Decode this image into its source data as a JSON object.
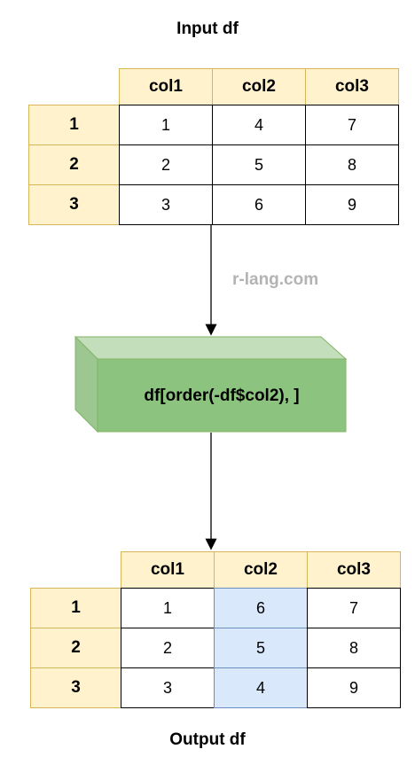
{
  "input_title": "Input df",
  "output_title": "Output df",
  "watermark": "r-lang.com",
  "operation": "df[order(-df$col2), ]",
  "input_table": {
    "columns": [
      "col1",
      "col2",
      "col3"
    ],
    "row_labels": [
      "1",
      "2",
      "3"
    ],
    "rows": [
      [
        "1",
        "4",
        "7"
      ],
      [
        "2",
        "5",
        "8"
      ],
      [
        "3",
        "6",
        "9"
      ]
    ]
  },
  "output_table": {
    "columns": [
      "col1",
      "col2",
      "col3"
    ],
    "row_labels": [
      "1",
      "2",
      "3"
    ],
    "rows": [
      [
        "1",
        "6",
        "7"
      ],
      [
        "2",
        "5",
        "8"
      ],
      [
        "3",
        "4",
        "9"
      ]
    ],
    "highlighted_column": "col2"
  },
  "colors": {
    "header_fill": "#fff2cc",
    "header_border": "#d6b656",
    "highlight_fill": "#dae8fc",
    "highlight_border": "#6c8ebf",
    "box_fill": "#d5e8d4",
    "box_border": "#82b366"
  }
}
